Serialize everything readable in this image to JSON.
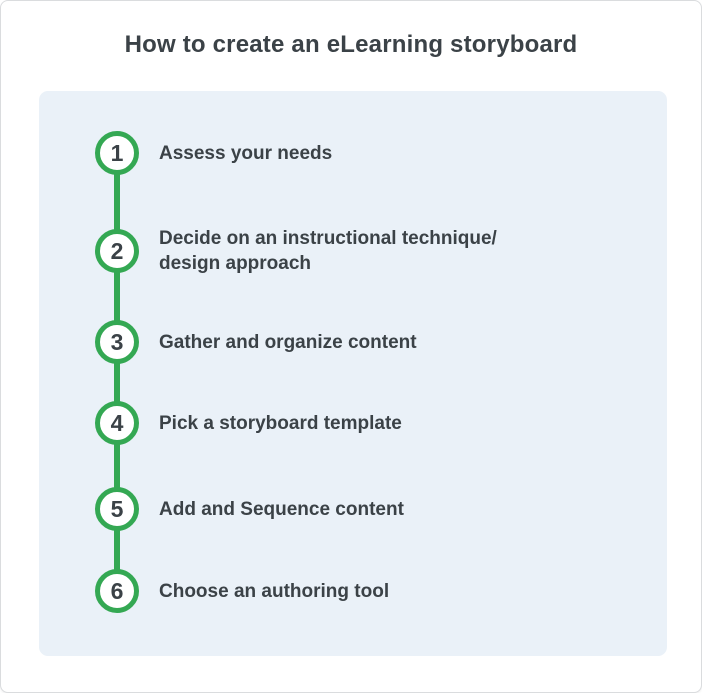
{
  "title": "How to create an eLearning storyboard",
  "colors": {
    "accent_green": "#34a853",
    "panel_background": "#eaf1f8",
    "text": "#3b4247",
    "card_border": "#dadcde"
  },
  "steps": [
    {
      "number": "1",
      "label": "Assess your needs"
    },
    {
      "number": "2",
      "label": "Decide on an instructional technique/\ndesign approach"
    },
    {
      "number": "3",
      "label": "Gather and organize content"
    },
    {
      "number": "4",
      "label": "Pick a storyboard template"
    },
    {
      "number": "5",
      "label": "Add and Sequence content"
    },
    {
      "number": "6",
      "label": "Choose an authoring tool"
    }
  ]
}
